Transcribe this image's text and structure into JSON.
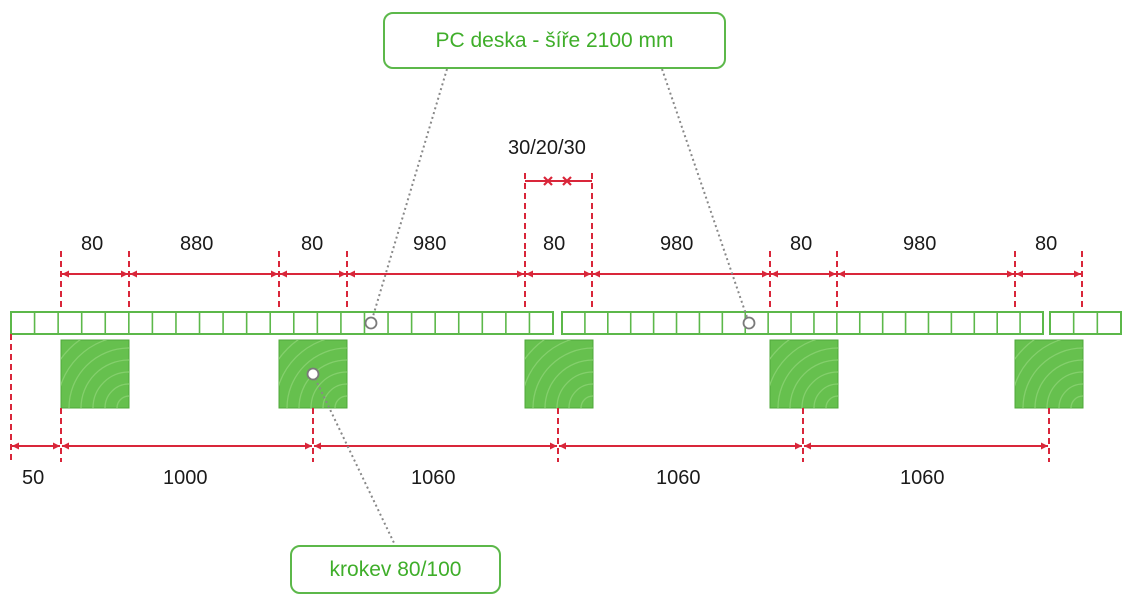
{
  "callouts": {
    "board": "PC deska - šíře 2100 mm",
    "rafter": "krokev 80/100"
  },
  "gap_label": "30/20/30",
  "top_dimensions": [
    "80",
    "880",
    "80",
    "980",
    "80",
    "980",
    "80",
    "980",
    "80"
  ],
  "bottom_dimensions": [
    "50",
    "1000",
    "1060",
    "1060",
    "1060"
  ],
  "colors": {
    "dimension_red": "#d9263a",
    "callout_green": "#3fae2a",
    "board_green": "#5cb84a",
    "rafter_green": "#66c04e",
    "leader_gray": "#888888"
  }
}
